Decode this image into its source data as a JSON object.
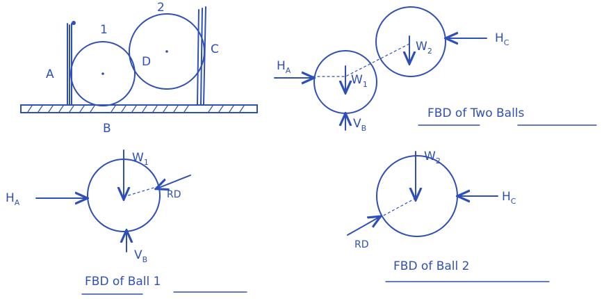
{
  "colors": {
    "ink": "#2f4fb8"
  },
  "setup": {
    "ball1": "1",
    "ball2": "2",
    "wall_a": "A",
    "floor_b": "B",
    "wall_c": "C",
    "contact_d": "D"
  },
  "fbd_two": {
    "ha": "H",
    "ha_sub": "A",
    "hc": "H",
    "hc_sub": "C",
    "w1": "W",
    "w1_sub": "1",
    "w2": "W",
    "w2_sub": "2",
    "vb": "V",
    "vb_sub": "B",
    "caption": "FBD of Two Balls"
  },
  "fbd_ball1": {
    "ha": "H",
    "ha_sub": "A",
    "w1": "W",
    "w1_sub": "1",
    "rd": "RD",
    "vb": "V",
    "vb_sub": "B",
    "caption": "FBD of Ball 1"
  },
  "fbd_ball2": {
    "w2": "W",
    "w2_sub": "2",
    "hc": "H",
    "hc_sub": "C",
    "rd": "RD",
    "caption": "FBD of Ball 2"
  }
}
